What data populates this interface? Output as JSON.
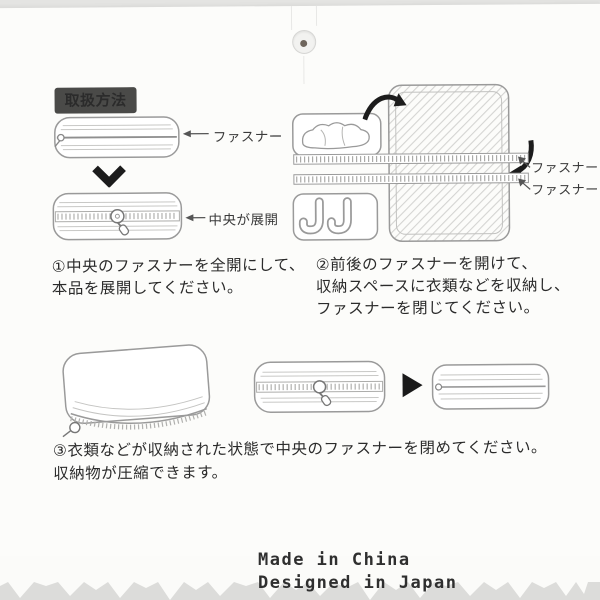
{
  "badge": "取扱方法",
  "step1": {
    "label_fastener": "ファスナー",
    "label_center_open": "中央が展開",
    "line1": "①中央のファスナーを全開にして、",
    "line2": "本品を展開してください。"
  },
  "step2": {
    "label_fastener_top": "ファスナー",
    "label_fastener_bottom": "ファスナー",
    "line1": "②前後のファスナーを開けて、",
    "line2": "収納スペースに衣類などを収納し、",
    "line3": "ファスナーを閉じてください。"
  },
  "step3": {
    "line1": "③衣類などが収納された状態で中央のファスナーを閉めてください。",
    "line2": "収納物が圧縮できます。"
  },
  "footer": {
    "made_in": "Made in China",
    "designed_in": "Designed in Japan"
  },
  "colors": {
    "background": "#e4e4e2",
    "paper": "#fcfcfa",
    "badge_bg": "#4a4a48",
    "badge_text": "#ffffff",
    "outline_gray": "#9a9a9a",
    "text_dark": "#2b2b2b",
    "arrow_black": "#1c1c1c"
  }
}
